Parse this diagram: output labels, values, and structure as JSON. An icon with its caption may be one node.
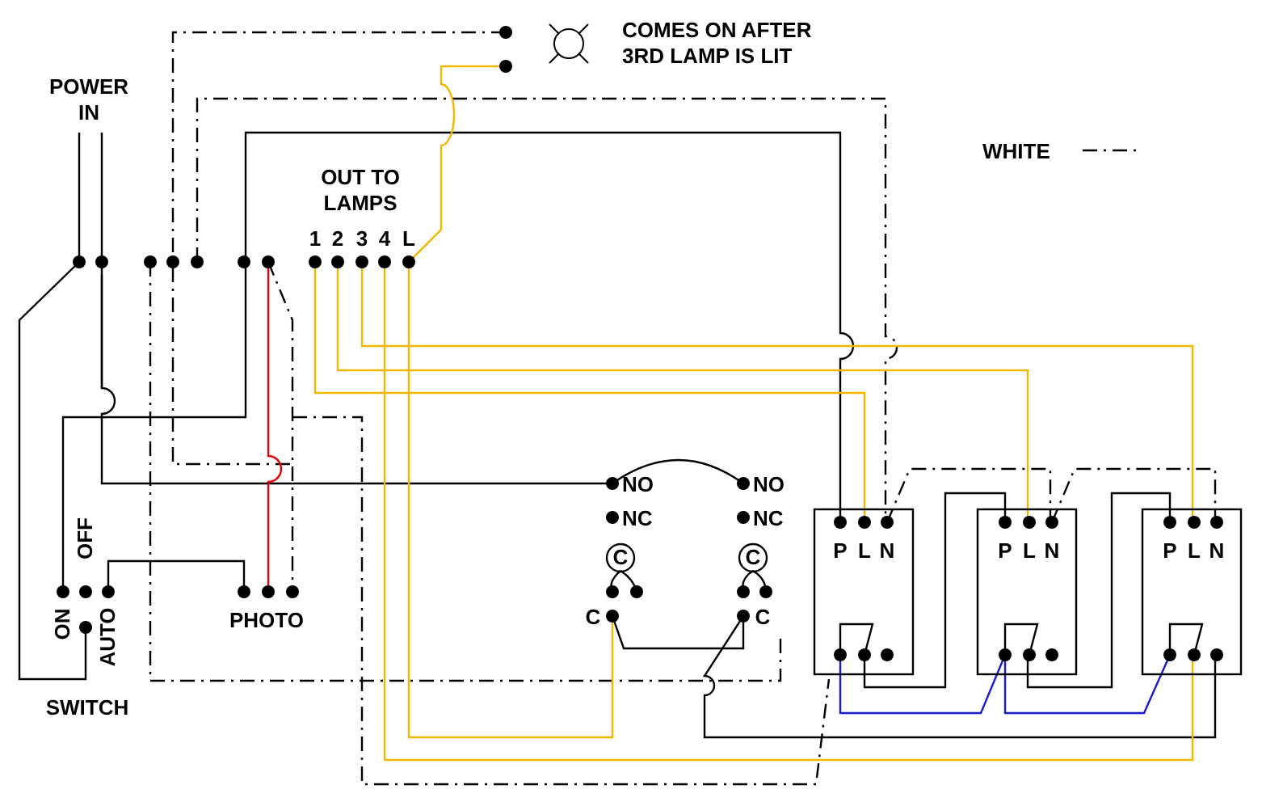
{
  "diagram": {
    "labels": [
      "COMES ON AFTER 3RD LAMP IS LIT",
      "POWER IN",
      "OUT TO LAMPS",
      "1",
      "2",
      "3",
      "4",
      "L",
      "NO",
      "NO",
      "NC",
      "NC",
      "C",
      "C",
      "P",
      "L",
      "N",
      "P",
      "L",
      "N",
      "P",
      "L",
      "N",
      "OFF",
      "C",
      "C",
      "ON",
      "PHOTO",
      "AUTO",
      "SWITCH"
    ],
    "legend": [
      {
        "text": "WHITE"
      }
    ]
  }
}
